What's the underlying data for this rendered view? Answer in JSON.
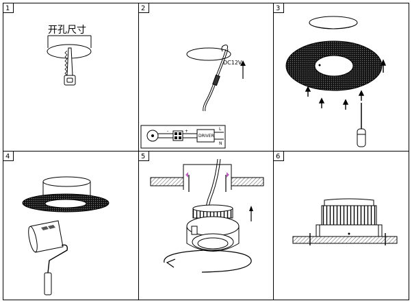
{
  "panels": [
    {
      "number": "1",
      "caption": "开孔尺寸"
    },
    {
      "number": "2",
      "caption": "DC12V"
    },
    {
      "number": "3",
      "caption": ""
    },
    {
      "number": "4",
      "caption": ""
    },
    {
      "number": "5",
      "caption": ""
    },
    {
      "number": "6",
      "caption": ""
    }
  ],
  "wiring": {
    "driver_label": "DRIVER",
    "line_label": "L",
    "neutral_label": "N",
    "minus_label": "-",
    "plus_label": "+"
  },
  "colors": {
    "line": "#000000",
    "clip": "#c060c0",
    "hatch": "#888888"
  }
}
